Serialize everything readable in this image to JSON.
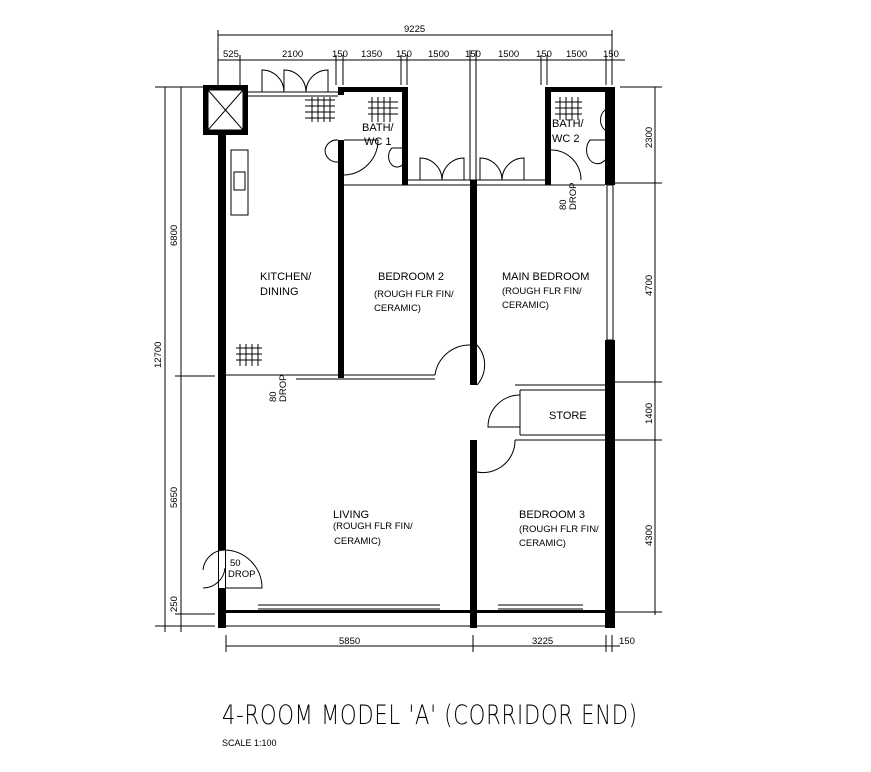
{
  "rooms": {
    "kitchen": [
      "KITCHEN/",
      "DINING"
    ],
    "bedroom2": {
      "name": "BEDROOM 2",
      "finish1": "(ROUGH FLR FIN/",
      "finish2": "CERAMIC)"
    },
    "main_bedroom": {
      "name": "MAIN BEDROOM",
      "finish1": "(ROUGH FLR FIN/",
      "finish2": "CERAMIC)"
    },
    "living": {
      "name": "LIVING",
      "finish1": "(ROUGH FLR FIN/",
      "finish2": "CERAMIC)"
    },
    "bedroom3": {
      "name": "BEDROOM 3",
      "finish1": "(ROUGH FLR FIN/",
      "finish2": "CERAMIC)"
    },
    "store": "STORE",
    "bath1": [
      "BATH/",
      "WC  1"
    ],
    "bath2": [
      "BATH/",
      "WC  2"
    ]
  },
  "drops": {
    "bath2": [
      "80",
      "DROP"
    ],
    "kitchen": [
      "80",
      "DROP"
    ],
    "entrance": [
      "50",
      "DROP"
    ]
  },
  "dimensions": {
    "top_total": "9225",
    "top": [
      "525",
      "2100",
      "150",
      "1350",
      "150",
      "1500",
      "150",
      "1500",
      "150",
      "1500",
      "150"
    ],
    "left_total": "12700",
    "left": [
      "6800",
      "5650",
      "250"
    ],
    "right": [
      "2300",
      "4700",
      "1400",
      "4300"
    ],
    "bottom": [
      "5850",
      "3225",
      "150"
    ]
  },
  "title": "4-ROOM MODEL 'A' (CORRIDOR END)",
  "scale": "SCALE   1:100"
}
